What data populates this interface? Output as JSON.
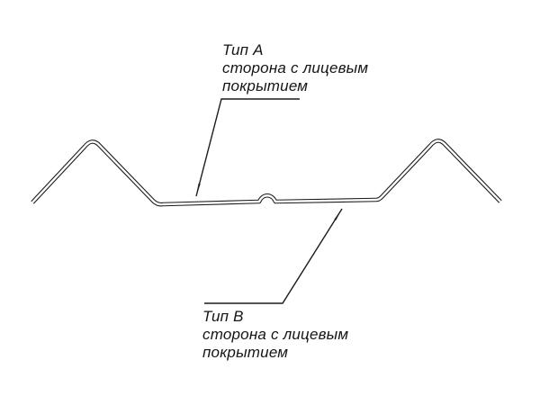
{
  "diagram": {
    "background_color": "#ffffff",
    "line_color": "#1c1c1c",
    "labels": {
      "type_a": {
        "title": "Тип А",
        "desc_line1": "сторона с лицевым",
        "desc_line2": "покрытием"
      },
      "type_b": {
        "title": "Тип В",
        "desc_line1": "сторона с лицевым",
        "desc_line2": "покрытием"
      }
    }
  }
}
